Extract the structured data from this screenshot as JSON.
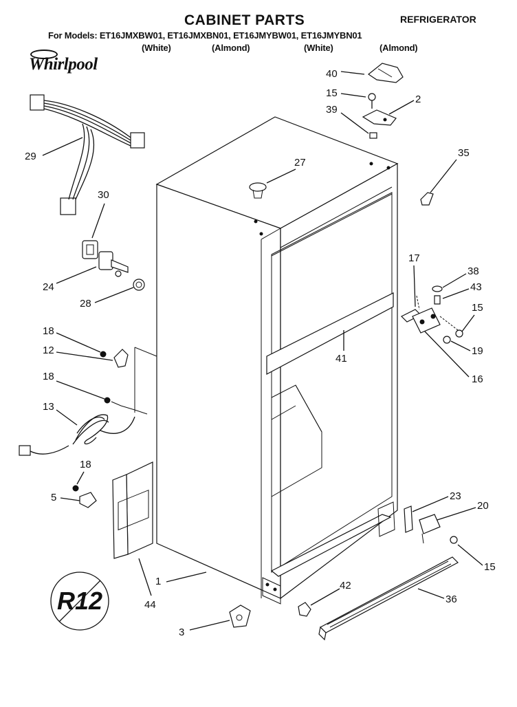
{
  "header": {
    "title": "CABINET PARTS",
    "appliance": "REFRIGERATOR",
    "models_line": "For Models:  ET16JMXBW01, ET16JMXBN01, ET16JMYBW01, ET16JMYBN01",
    "colors": [
      "(White)",
      "(Almond)",
      "(White)",
      "(Almond)"
    ],
    "brand": "Whirlpool"
  },
  "badge": {
    "text": "R12"
  },
  "callouts": [
    {
      "num": "40"
    },
    {
      "num": "15"
    },
    {
      "num": "2"
    },
    {
      "num": "39"
    },
    {
      "num": "27"
    },
    {
      "num": "35"
    },
    {
      "num": "29"
    },
    {
      "num": "30"
    },
    {
      "num": "24"
    },
    {
      "num": "28"
    },
    {
      "num": "17"
    },
    {
      "num": "38"
    },
    {
      "num": "43"
    },
    {
      "num": "15"
    },
    {
      "num": "19"
    },
    {
      "num": "41"
    },
    {
      "num": "16"
    },
    {
      "num": "18"
    },
    {
      "num": "12"
    },
    {
      "num": "18"
    },
    {
      "num": "13"
    },
    {
      "num": "18"
    },
    {
      "num": "5"
    },
    {
      "num": "23"
    },
    {
      "num": "20"
    },
    {
      "num": "15"
    },
    {
      "num": "1"
    },
    {
      "num": "44"
    },
    {
      "num": "42"
    },
    {
      "num": "36"
    },
    {
      "num": "3"
    }
  ]
}
